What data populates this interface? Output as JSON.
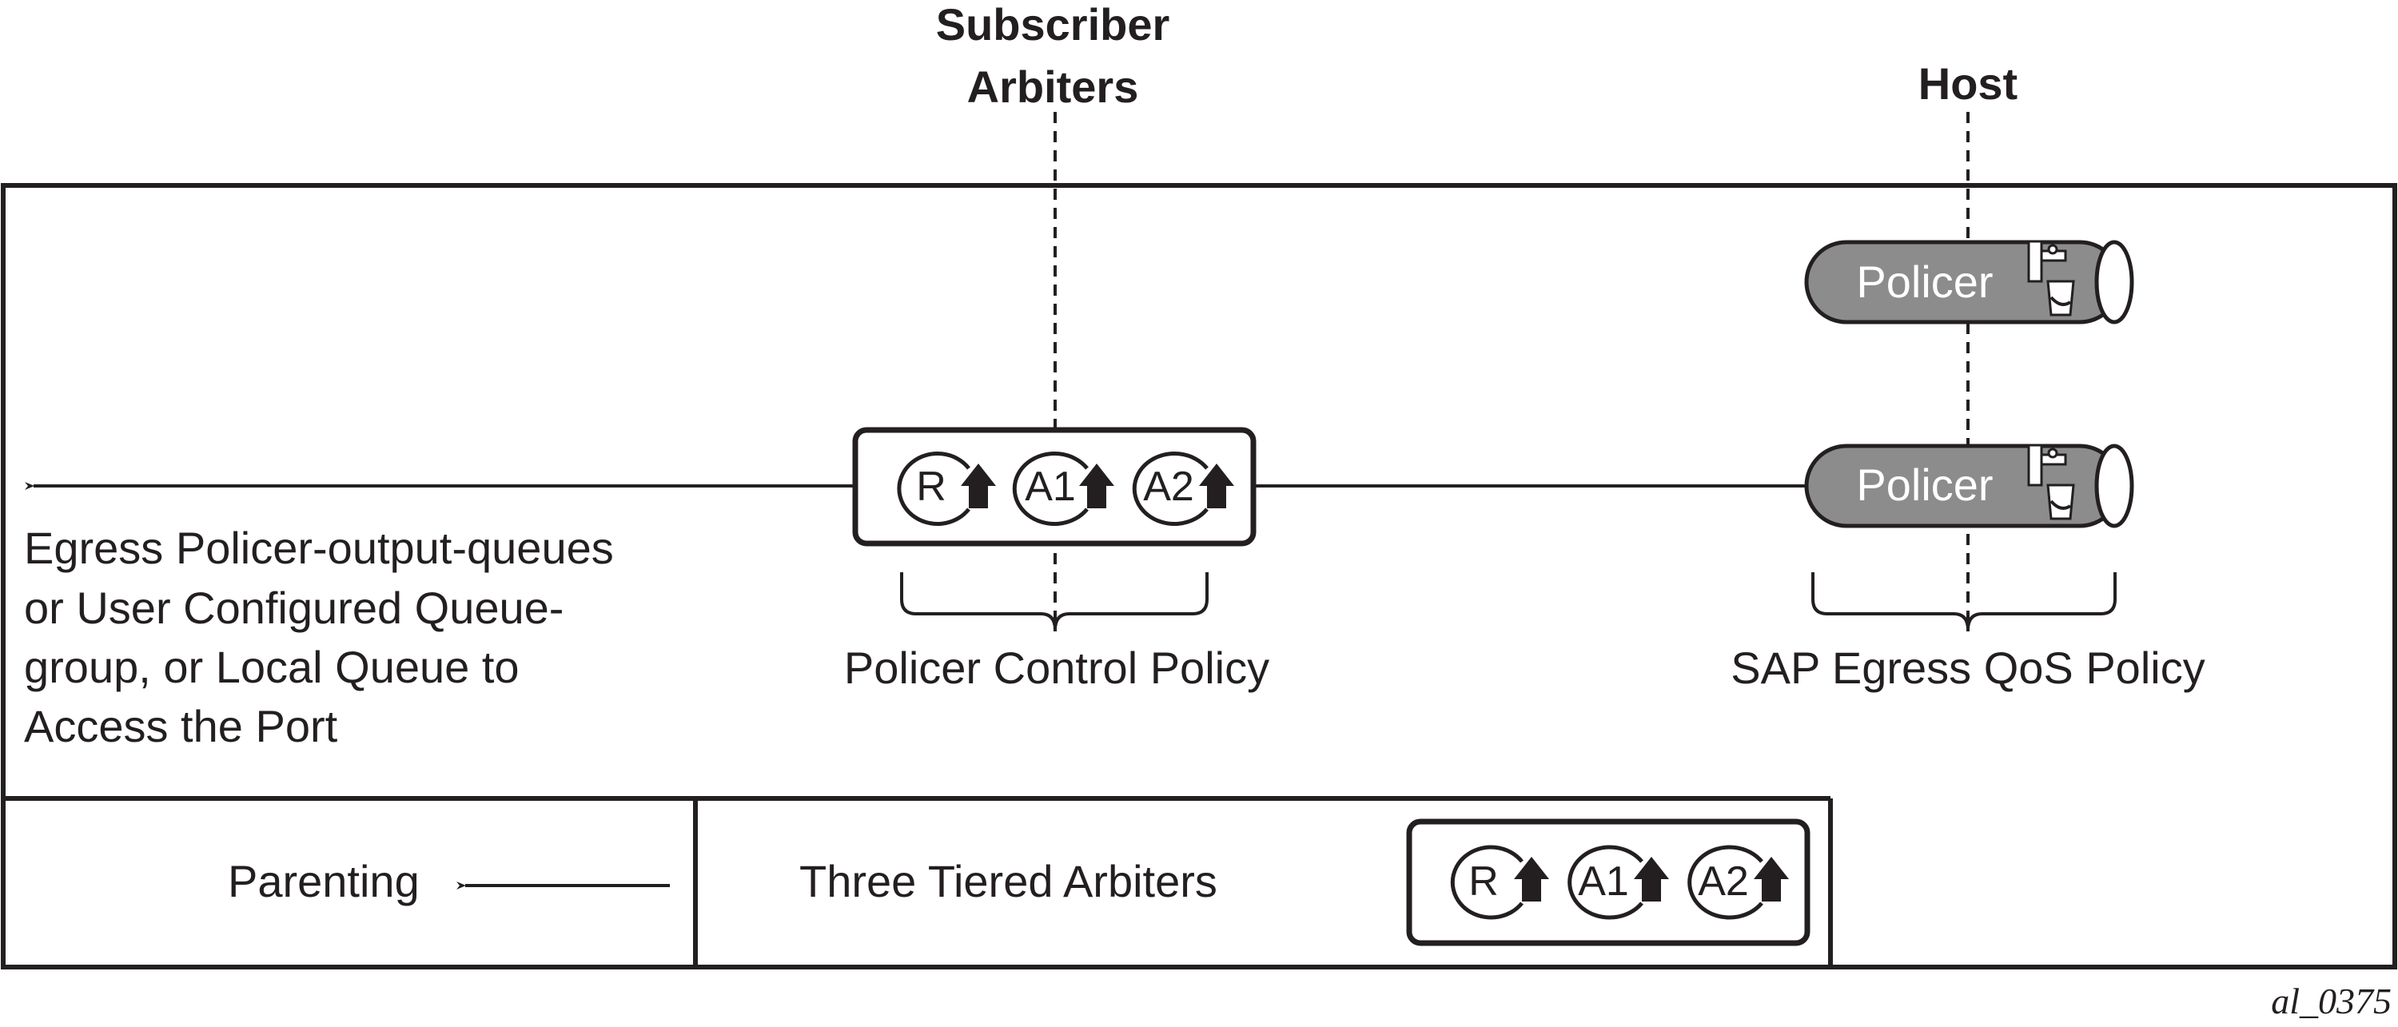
{
  "headings": {
    "subscriber_line1": "Subscriber",
    "subscriber_line2": "Arbiters",
    "host": "Host"
  },
  "policers": {
    "top_label": "Policer",
    "bottom_label": "Policer",
    "icon": "tap-bucket-icon"
  },
  "arbiter_group": {
    "root_label": "R",
    "a1_label": "A1",
    "a2_label": "A2",
    "icon": "arbiter-up-arrow-icon"
  },
  "brace_labels": {
    "policer_control": "Policer Control Policy",
    "sap_egress": "SAP Egress QoS Policy"
  },
  "egress_text": {
    "line1": "Egress Policer-output-queues",
    "line2": "or User Configured Queue-",
    "line3": "group, or Local Queue to",
    "line4": "Access the Port"
  },
  "legend": {
    "parenting": "Parenting",
    "three_tiered": "Three Tiered Arbiters",
    "root_label": "R",
    "a1_label": "A1",
    "a2_label": "A2"
  },
  "figure_id": "al_0375",
  "colors": {
    "ink": "#231f20",
    "policer_fill": "#8c8c8c",
    "policer_text": "#ffffff"
  }
}
